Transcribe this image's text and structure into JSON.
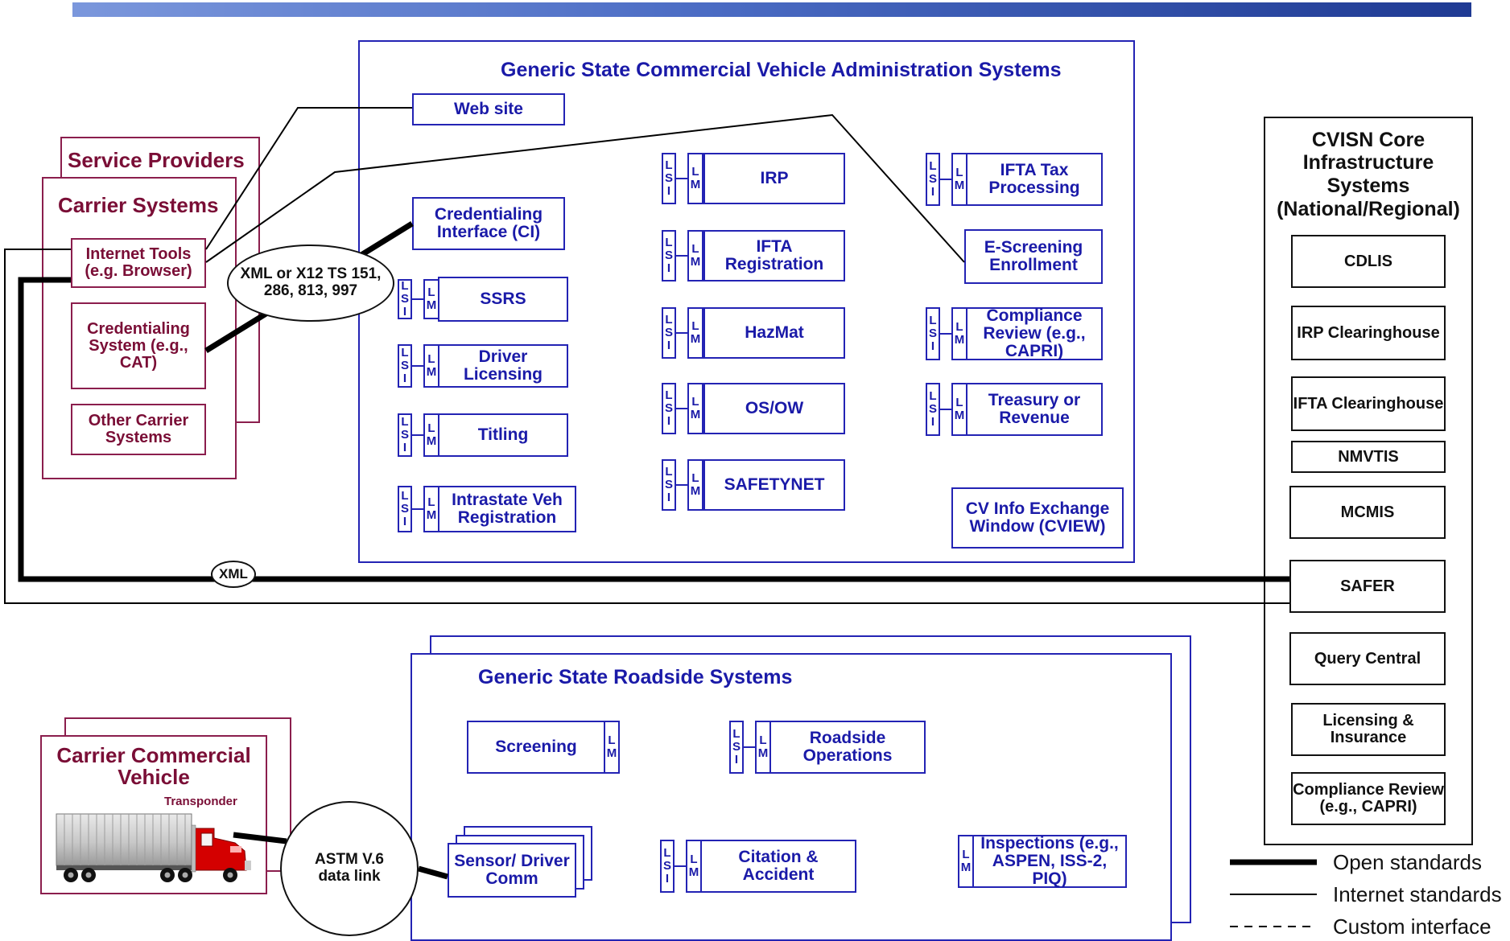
{
  "state_admin": {
    "title": "Generic State Commercial Vehicle Administration Systems",
    "web_site": "Web site",
    "credentialing_interface": "Credentialing Interface (CI)",
    "lsi_tag": "L S I",
    "lm_tag": "L M",
    "systems_left": [
      "SSRS",
      "Driver Licensing",
      "Titling",
      "Intrastate Veh Registration"
    ],
    "systems_center": [
      "IRP",
      "IFTA Registration",
      "HazMat",
      "OS/OW",
      "SAFETYNET"
    ],
    "ifta_tax": "IFTA Tax Processing",
    "e_screening": "E-Screening Enrollment",
    "compliance_review": "Compliance Review (e.g., CAPRI)",
    "treasury": "Treasury or Revenue",
    "cview": "CV Info Exchange Window (CVIEW)"
  },
  "carrier": {
    "service_providers": "Service Providers",
    "carrier_systems": "Carrier Systems",
    "internet_tools": "Internet Tools (e.g. Browser)",
    "credentialing_system": "Credentialing System (e.g., CAT)",
    "other_systems": "Other Carrier Systems"
  },
  "connectors": {
    "xml_x12": "XML or X12 TS 151,  286, 813, 997",
    "xml": "XML",
    "astm": "ASTM V.6 data link"
  },
  "cvisn": {
    "title": "CVISN Core Infrastructure Systems (National/Regional)",
    "systems": [
      "CDLIS",
      "IRP Clearinghouse",
      "IFTA Clearinghouse",
      "NMVTIS",
      "MCMIS",
      "SAFER",
      "Query Central",
      "Licensing & Insurance",
      "Compliance Review (e.g., CAPRI)"
    ]
  },
  "roadside": {
    "title": "Generic State Roadside Systems",
    "screening": "Screening",
    "roadside_operations": "Roadside Operations",
    "sensor": "Sensor/ Driver Comm",
    "citation": "Citation & Accident",
    "inspections": "Inspections (e.g., ASPEN, ISS-2, PIQ)"
  },
  "vehicle": {
    "title": "Carrier Commercial Vehicle",
    "transponder": "Transponder"
  },
  "legend": {
    "open": "Open standards",
    "internet": "Internet standards",
    "custom": "Custom interface"
  },
  "colors": {
    "blue": "#2323b4",
    "maroon": "#8b1e4d",
    "truck_red": "#d40000",
    "title_bar_start": "#7b97dc",
    "title_bar_end": "#1f3a93"
  }
}
